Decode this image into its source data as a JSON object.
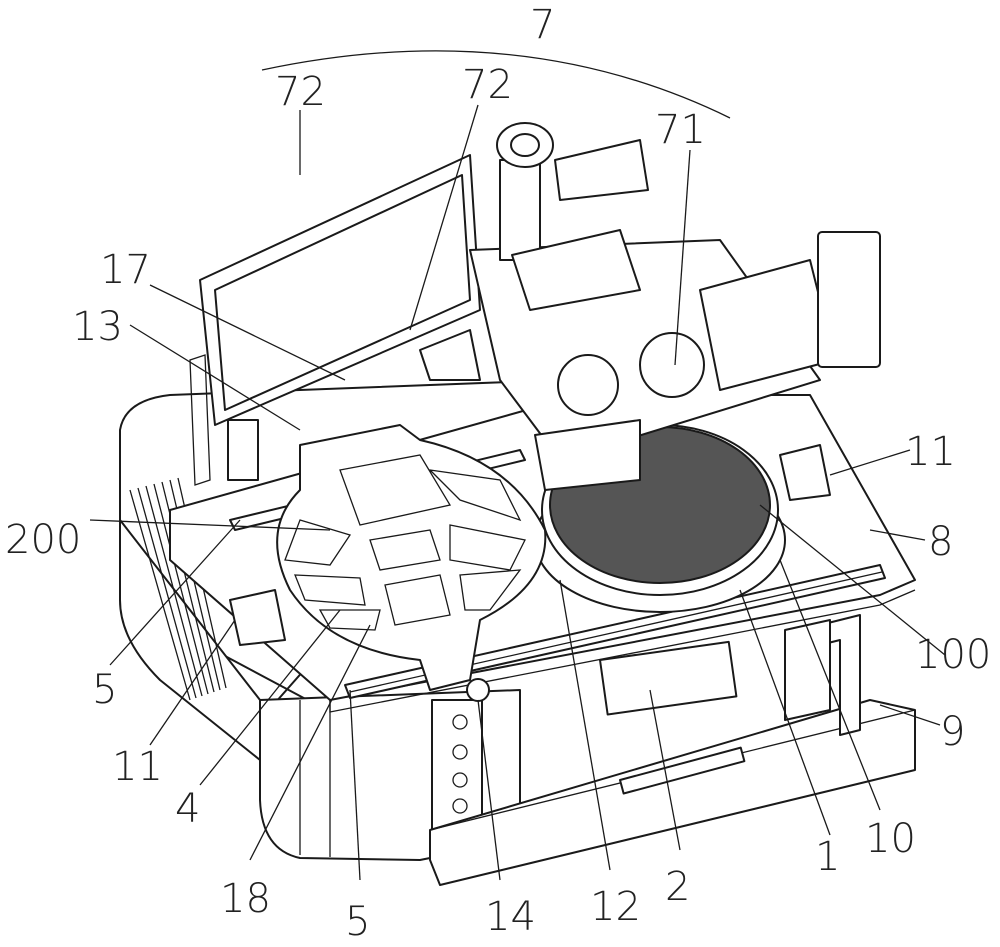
{
  "figure": {
    "labels": {
      "l7": "7",
      "l72a": "72",
      "l72b": "72",
      "l71": "71",
      "l17": "17",
      "l13": "13",
      "l11a": "11",
      "l200": "200",
      "l8": "8",
      "l100": "100",
      "l5a": "5",
      "l9": "9",
      "l11b": "11",
      "l4": "4",
      "l10": "10",
      "l1": "1",
      "l18": "18",
      "l2": "2",
      "l12": "12",
      "l5b": "5",
      "l14": "14"
    }
  }
}
